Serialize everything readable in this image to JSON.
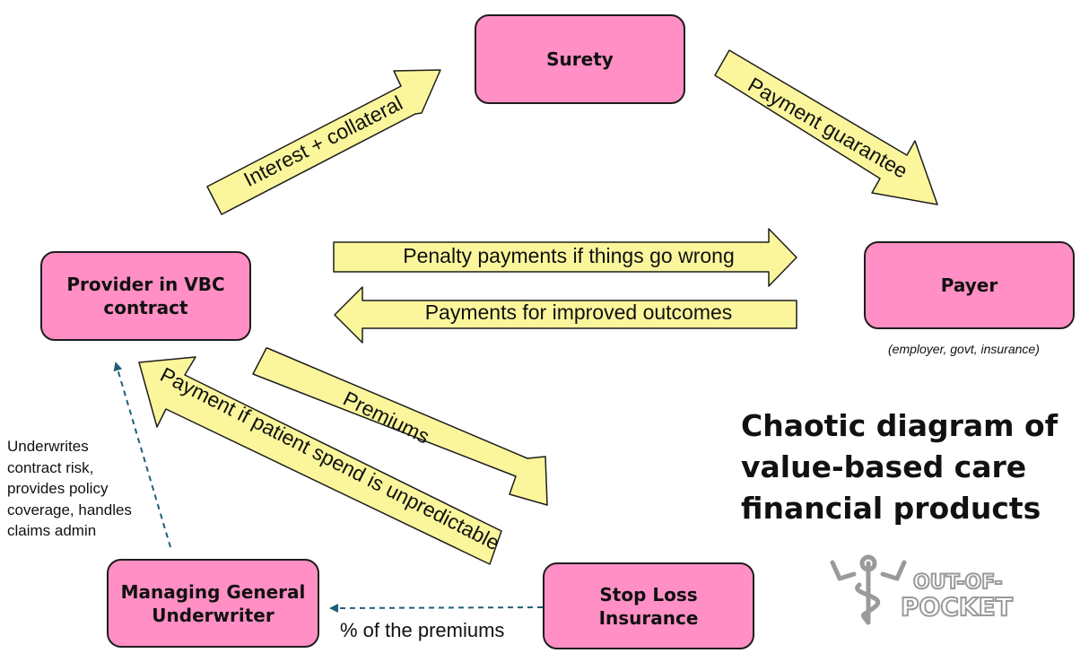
{
  "nodes": {
    "surety": "Surety",
    "payer": "Payer",
    "payer_note": "(employer, govt, insurance)",
    "provider": [
      "Provider in VBC",
      "contract"
    ],
    "mgu": [
      "Managing General",
      "Underwriter"
    ],
    "stop_loss": [
      "Stop Loss",
      "Insurance"
    ]
  },
  "flows": {
    "interest_collateral": "Interest + collateral",
    "payment_guarantee": "Payment guarantee",
    "penalty_payments": "Penalty payments if things go wrong",
    "improved_outcomes": "Payments for improved outcomes",
    "premiums": "Premiums",
    "unpredictable_spend": "Payment if patient spend is unpredictable",
    "share_of_premiums": "% of the premiums"
  },
  "mgu_note": [
    "Underwrites",
    "contract risk,",
    "provides policy",
    "coverage, handles",
    "claims admin"
  ],
  "headline": [
    "Chaotic diagram of",
    "value-based care",
    "financial products"
  ],
  "logo": {
    "line1": "OUT-OF-",
    "line2": "POCKET"
  },
  "colors": {
    "node_fill": "#ff8fc4",
    "arrow_fill": "#fbf69c",
    "dashed_arrow": "#1f5f78"
  }
}
